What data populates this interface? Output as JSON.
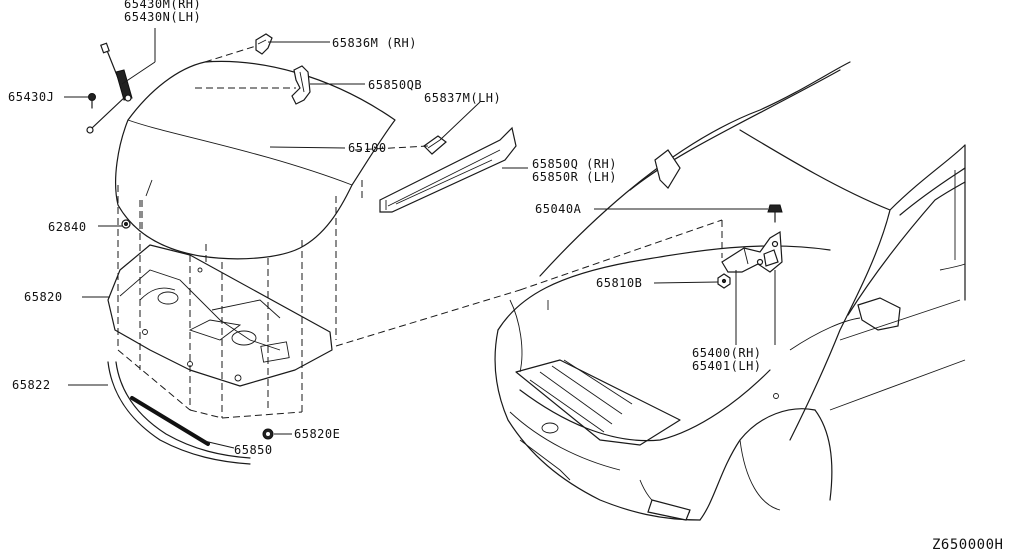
{
  "diagram_code": "Z650000H",
  "parts": {
    "p65430m": "65430M(RH)",
    "p65430n": "65430N(LH)",
    "p65836m": "65836M (RH)",
    "p65850qb": "65850QB",
    "p65430j": "65430J",
    "p65837m": "65837M(LH)",
    "p65100": "65100",
    "p65850q": "65850Q (RH)",
    "p65850r": "65850R (LH)",
    "p62840": "62840",
    "p65040a": "65040A",
    "p65820": "65820",
    "p65810b": "65810B",
    "p65400": "65400(RH)",
    "p65401": "65401(LH)",
    "p65822": "65822",
    "p65820e": "65820E",
    "p65850": "65850"
  }
}
